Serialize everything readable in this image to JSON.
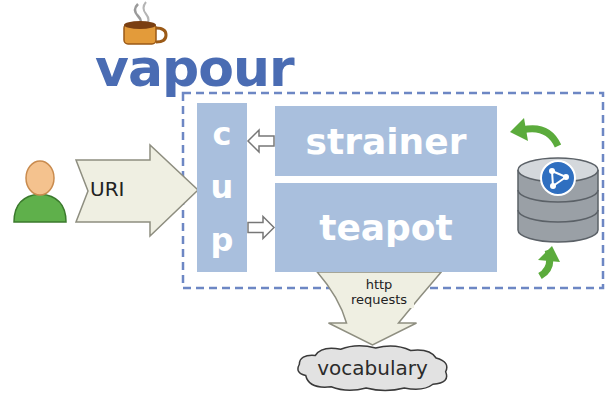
{
  "diagram": {
    "title": "vapour",
    "nodes": [
      {
        "text": [
          "cup"
        ]
      },
      {
        "text": [
          "strainer"
        ]
      },
      {
        "text": [
          "teapot"
        ]
      },
      {
        "text": [
          "vocabulary"
        ]
      }
    ],
    "edges": [
      {
        "from": 1,
        "to": 0,
        "arrow": "to"
      },
      {
        "from": 0,
        "to": 2,
        "arrow": "to"
      },
      {
        "from": 2,
        "to": 3,
        "label": "http requests",
        "arrow": "to"
      }
    ],
    "labels": [
      "URI"
    ]
  }
}
